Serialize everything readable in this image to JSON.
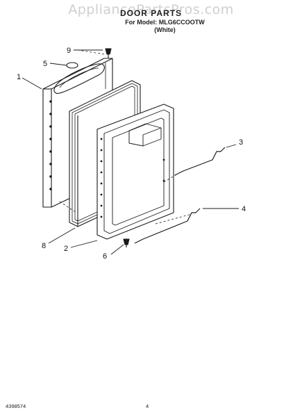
{
  "watermark": "AppliancePartsPros.com",
  "header": {
    "title": "DOOR PARTS",
    "model_line": "For Model: MLG6CCOOTW",
    "color_line": "(White)"
  },
  "callouts": [
    "1",
    "2",
    "3",
    "4",
    "5",
    "6",
    "8",
    "9"
  ],
  "footer": {
    "doc_number": "4398574",
    "page_number": "4"
  }
}
